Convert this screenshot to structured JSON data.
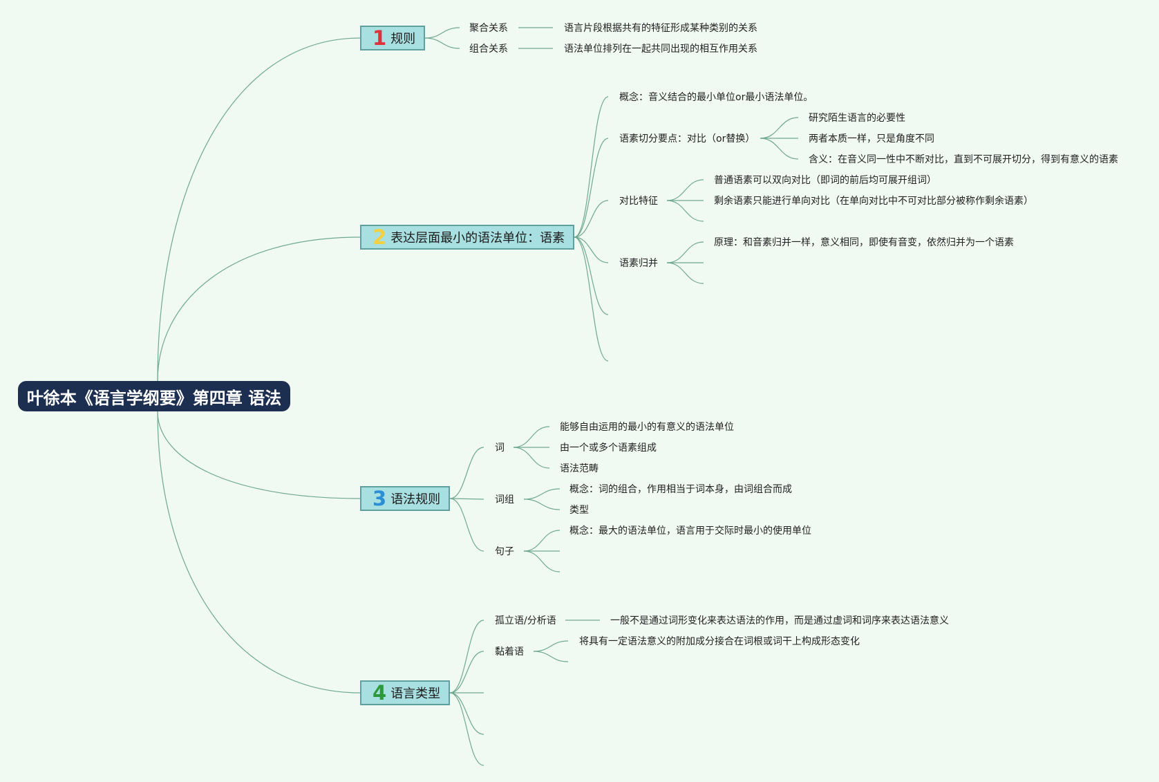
{
  "central": "叶徐本《语言学纲要》第四章 语法",
  "colors": {
    "background": "#f0f9f2",
    "central_bg": "#1d2f50",
    "topic_bg": "#a8dfe0",
    "topic_border": "#5f9f9d",
    "link": "#6fa893",
    "num1": "#e0313a",
    "num2": "#f3d040",
    "num3": "#2a8fd4",
    "num4": "#2c9a3a"
  },
  "topics": [
    {
      "num": "1",
      "label": "规则",
      "children": [
        {
          "label": "聚合关系",
          "desc": "语言片段根据共有的特征形成某种类别的关系"
        },
        {
          "label": "组合关系",
          "desc": "语法单位排列在一起共同出现的相互作用关系"
        }
      ]
    },
    {
      "num": "2",
      "label": "表达层面最小的语法单位：语素",
      "children": [
        {
          "label": "概念：音义结合的最小单位or最小语法单位。"
        },
        {
          "label": "语素切分要点：对比（or替换）",
          "items": [
            "研究陌生语言的必要性",
            "两者本质一样，只是角度不同",
            "含义：在音义同一性中不断对比，直到不可展开切分，得到有意义的语素"
          ]
        },
        {
          "label": "对比特征",
          "items": [
            "普通语素可以双向对比（即词的前后均可展开组词）",
            "剩余语素只能进行单向对比（在单向对比中不可对比部分被称作剩余语素）"
          ]
        },
        {
          "label": "语素归并",
          "items": [
            "原理：和音素归并一样，意义相同，即使有音变，依然归并为一个语素"
          ]
        }
      ]
    },
    {
      "num": "3",
      "label": "语法规则",
      "children": [
        {
          "label": "词",
          "items": [
            "能够自由运用的最小的有意义的语法单位",
            "由一个或多个语素组成",
            "语法范畴"
          ]
        },
        {
          "label": "词组",
          "items": [
            "概念：词的组合，作用相当于词本身，由词组合而成",
            "类型"
          ]
        },
        {
          "label": "句子",
          "items": [
            "概念：最大的语法单位，语言用于交际时最小的使用单位"
          ]
        }
      ]
    },
    {
      "num": "4",
      "label": "语言类型",
      "children": [
        {
          "label": "孤立语/分析语",
          "desc": "一般不是通过词形变化来表达语法的作用，而是通过虚词和词序来表达语法意义"
        },
        {
          "label": "黏着语",
          "items": [
            "将具有一定语法意义的附加成分接合在词根或词干上构成形态变化"
          ]
        }
      ]
    }
  ]
}
